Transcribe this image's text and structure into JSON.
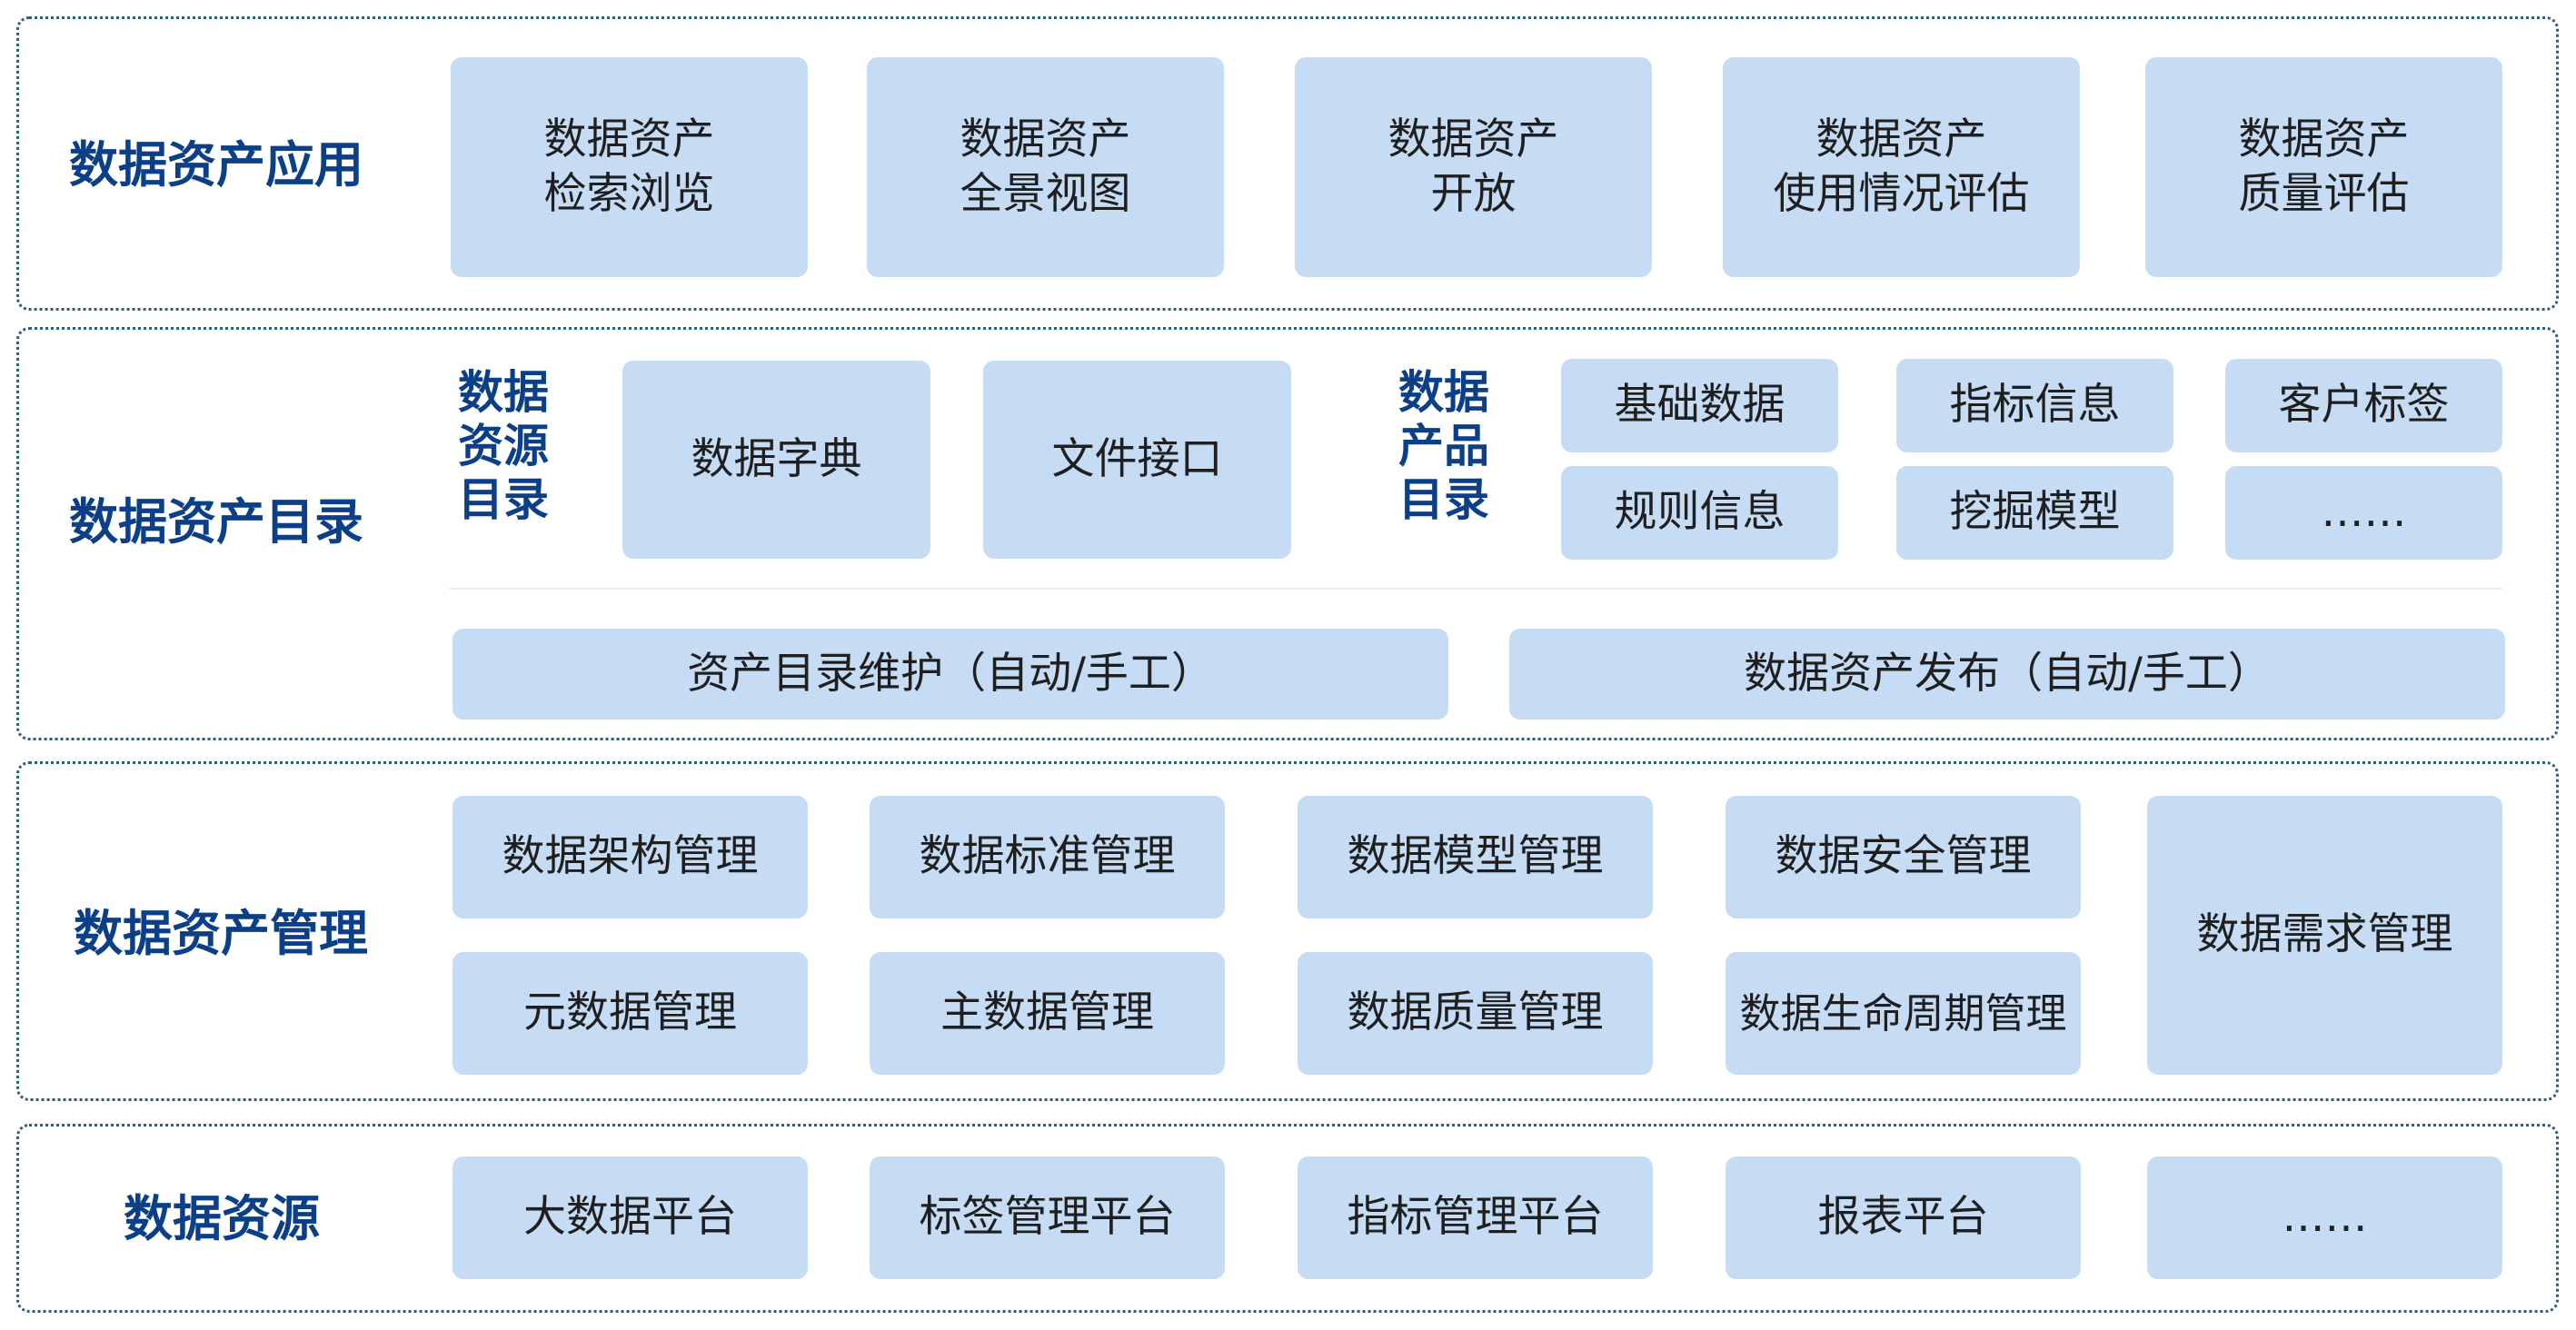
{
  "colors": {
    "border": "#2f5d78",
    "title": "#0b3f88",
    "box_fill": "#c6dbf4",
    "box_text": "#1f1f1f"
  },
  "app_layer": {
    "title": "数据资产应用",
    "items": [
      {
        "line1": "数据资产",
        "line2": "检索浏览"
      },
      {
        "line1": "数据资产",
        "line2": "全景视图"
      },
      {
        "line1": "数据资产",
        "line2": "开放"
      },
      {
        "line1": "数据资产",
        "line2": "使用情况评估"
      },
      {
        "line1": "数据资产",
        "line2": "质量评估"
      }
    ]
  },
  "catalog_layer": {
    "title": "数据资产目录",
    "resource_catalog": {
      "label": [
        "数据",
        "资源",
        "目录"
      ],
      "items": [
        "数据字典",
        "文件接口"
      ]
    },
    "product_catalog": {
      "label": [
        "数据",
        "产品",
        "目录"
      ],
      "items": [
        "基础数据",
        "指标信息",
        "客户标签",
        "规则信息",
        "挖掘模型",
        "……"
      ]
    },
    "actions": [
      "资产目录维护（自动/手工）",
      "数据资产发布（自动/手工）"
    ]
  },
  "mgmt_layer": {
    "title": "数据资产管理",
    "row1": [
      "数据架构管理",
      "数据标准管理",
      "数据模型管理",
      "数据安全管理"
    ],
    "row2": [
      "元数据管理",
      "主数据管理",
      "数据质量管理",
      "数据生命周期管理"
    ],
    "tall": "数据需求管理"
  },
  "source_layer": {
    "title": "数据资源",
    "items": [
      "大数据平台",
      "标签管理平台",
      "指标管理平台",
      "报表平台",
      "……"
    ]
  }
}
